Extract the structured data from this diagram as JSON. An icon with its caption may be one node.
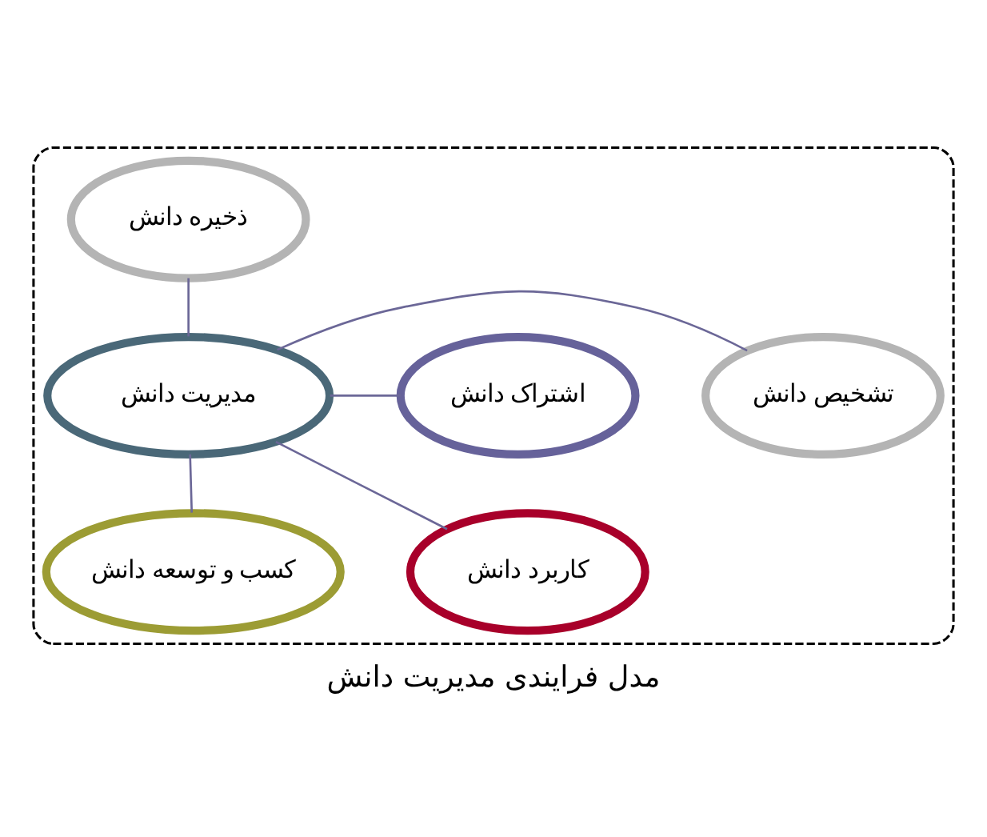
{
  "diagram": {
    "caption": "مدل فرایندی مدیریت دانش",
    "nodes": [
      {
        "text": [],
        "shape": "ellipse"
      },
      {
        "text": [
          "مدیریت دانش"
        ],
        "in": 0
      },
      {
        "text": [
          "ذخیره دانش"
        ],
        "in": 0
      },
      {
        "text": [
          "اشتراک دانش"
        ],
        "in": 0
      },
      {
        "text": [
          "کاربرد دانش"
        ],
        "in": 0
      },
      {
        "text": [
          "کسب و توسعه دانش"
        ],
        "in": 0
      },
      {
        "text": [
          "تشخیص دانش"
        ],
        "in": 0
      }
    ],
    "edges": [
      {
        "from": 1,
        "to": 2,
        "arrow": "none"
      },
      {
        "from": 1,
        "to": 3,
        "arrow": "none"
      },
      {
        "from": 1,
        "to": 4,
        "arrow": "none"
      },
      {
        "from": 1,
        "to": 5,
        "arrow": "none"
      },
      {
        "from": 1,
        "to": 6,
        "arrow": "none"
      }
    ]
  }
}
